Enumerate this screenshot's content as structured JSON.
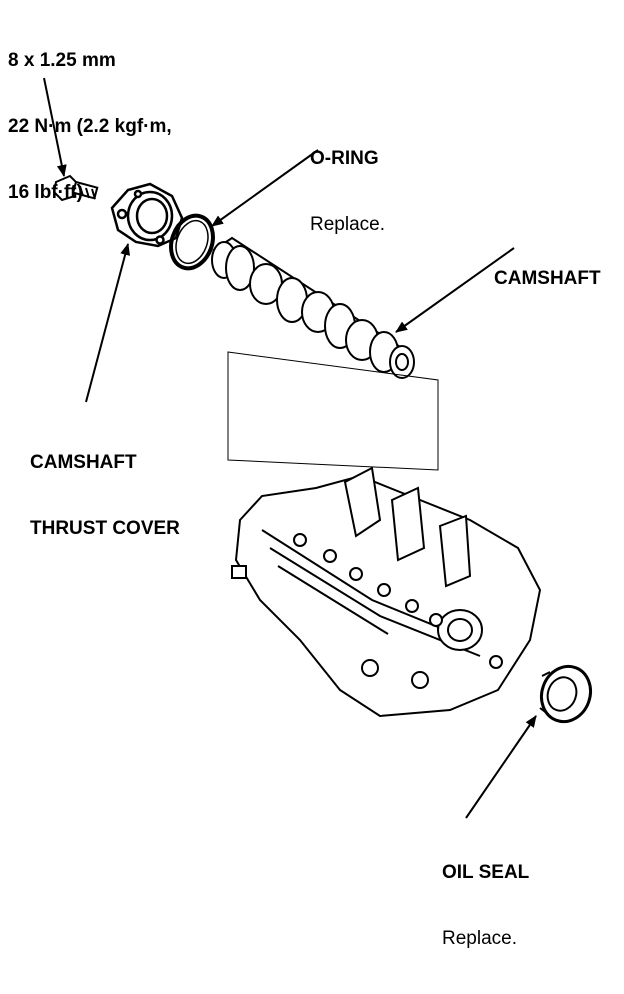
{
  "labels": {
    "bolt_spec": {
      "line1": "8 x 1.25 mm",
      "line2": "22 N·m (2.2 kgf·m,",
      "line3": "16 lbf·ft)"
    },
    "o_ring": {
      "name": "O-RING",
      "note": "Replace."
    },
    "camshaft": {
      "name": "CAMSHAFT"
    },
    "thrust_cover": {
      "line1": "CAMSHAFT",
      "line2": "THRUST COVER"
    },
    "oil_seal": {
      "name": "OIL SEAL",
      "note": "Replace."
    }
  }
}
